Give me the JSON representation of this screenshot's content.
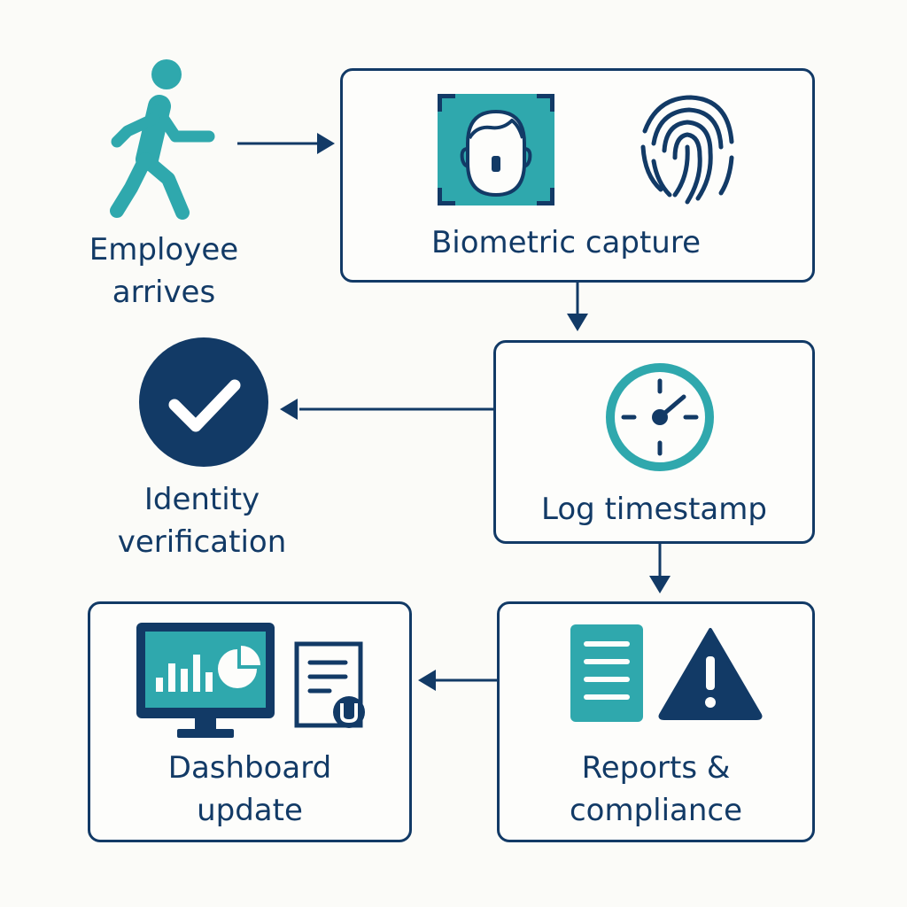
{
  "colors": {
    "navy": "#123a66",
    "teal": "#2fa8ad",
    "background": "#fbfbf8"
  },
  "steps": {
    "arrive": {
      "lines": [
        "Employee",
        "arrives"
      ],
      "icon": "walking-person-icon"
    },
    "capture": {
      "label": "Biometric capture",
      "icons": [
        "face-scan-icon",
        "fingerprint-icon"
      ]
    },
    "verify": {
      "lines": [
        "Identity",
        "verification"
      ],
      "icon": "checkmark-circle-icon"
    },
    "timestamp": {
      "label": "Log timestamp",
      "icon": "clock-icon"
    },
    "reports": {
      "lines": [
        "Reports &",
        "compliance"
      ],
      "icons": [
        "document-icon",
        "warning-triangle-icon"
      ]
    },
    "dashboard": {
      "lines": [
        "Dashboard",
        "update"
      ],
      "icons": [
        "monitor-chart-icon",
        "report-document-icon"
      ]
    }
  }
}
